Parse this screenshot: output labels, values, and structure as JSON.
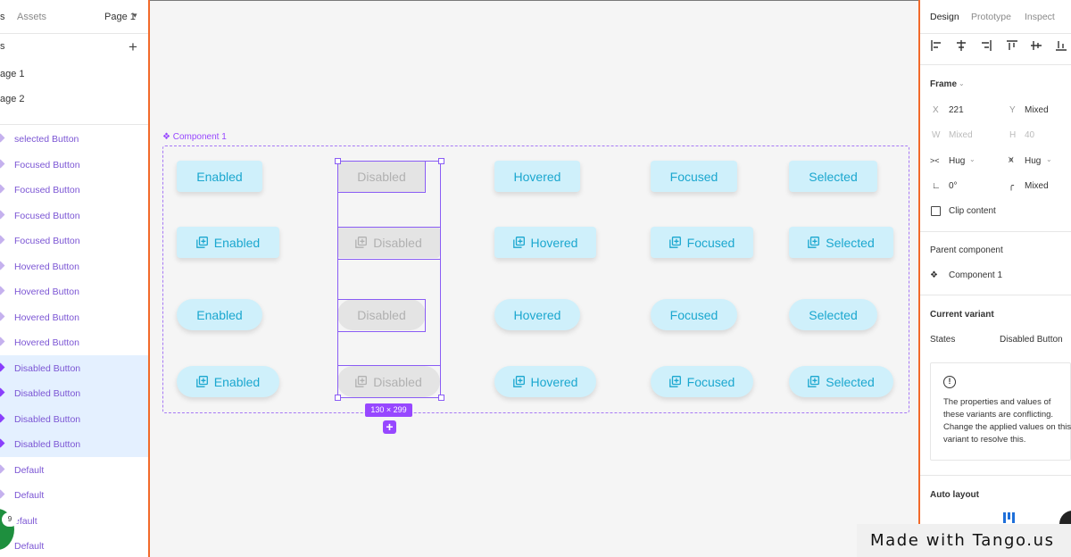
{
  "left_panel": {
    "tabs": {
      "layers": "s",
      "assets": "Assets",
      "page": "Page 1"
    },
    "pages_header": "s",
    "pages": [
      "age 1",
      "age 2"
    ],
    "layers": [
      {
        "label": "selected Button",
        "selected": false
      },
      {
        "label": "Focused Button",
        "selected": false
      },
      {
        "label": "Focused Button",
        "selected": false
      },
      {
        "label": "Focused Button",
        "selected": false
      },
      {
        "label": "Focused Button",
        "selected": false
      },
      {
        "label": "Hovered Button",
        "selected": false
      },
      {
        "label": "Hovered Button",
        "selected": false
      },
      {
        "label": "Hovered Button",
        "selected": false
      },
      {
        "label": "Hovered Button",
        "selected": false
      },
      {
        "label": "Disabled Button",
        "selected": true
      },
      {
        "label": "Disabled Button",
        "selected": true
      },
      {
        "label": "Disabled Button",
        "selected": true
      },
      {
        "label": "Disabled Button",
        "selected": true
      },
      {
        "label": "Default",
        "selected": false
      },
      {
        "label": "Default",
        "selected": false
      },
      {
        "label": "efault",
        "selected": false
      },
      {
        "label": "Default",
        "selected": false
      }
    ],
    "badge_count": "9"
  },
  "canvas": {
    "component_label": "Component 1",
    "selection_size": "130 × 299",
    "grid": {
      "rows": [
        [
          "Enabled",
          "Disabled",
          "Hovered",
          "Focused",
          "Selected"
        ],
        [
          "Enabled",
          "Disabled",
          "Hovered",
          "Focused",
          "Selected"
        ],
        [
          "Enabled",
          "Disabled",
          "Hovered",
          "Focused",
          "Selected"
        ],
        [
          "Enabled",
          "Disabled",
          "Hovered",
          "Focused",
          "Selected"
        ]
      ]
    }
  },
  "right_panel": {
    "tabs": {
      "design": "Design",
      "prototype": "Prototype",
      "inspect": "Inspect"
    },
    "frame": {
      "title": "Frame",
      "x_label": "X",
      "x_value": "221",
      "y_label": "Y",
      "y_value": "Mixed",
      "w_label": "W",
      "w_value": "Mixed",
      "h_label": "H",
      "h_value": "40",
      "hug_w": "Hug",
      "hug_h": "Hug",
      "rotation": "0°",
      "radius": "Mixed",
      "clip_content": "Clip content"
    },
    "parent_component": {
      "title": "Parent component",
      "name": "Component 1"
    },
    "current_variant": {
      "title": "Current variant",
      "prop_label": "States",
      "prop_value": "Disabled Button",
      "warning": "The properties and values of these variants are conflicting. Change the applied values on this variant to resolve this."
    },
    "auto_layout": "Auto layout"
  },
  "watermark": "Made with Tango.us",
  "colors": {
    "accent_orange": "#f26a2a",
    "component_purple": "#9747ff",
    "button_bg": "#cff0fb",
    "button_text": "#1ba7cf",
    "disabled_bg": "#e4e4e4",
    "selected_layer_bg": "#e4f0ff"
  }
}
